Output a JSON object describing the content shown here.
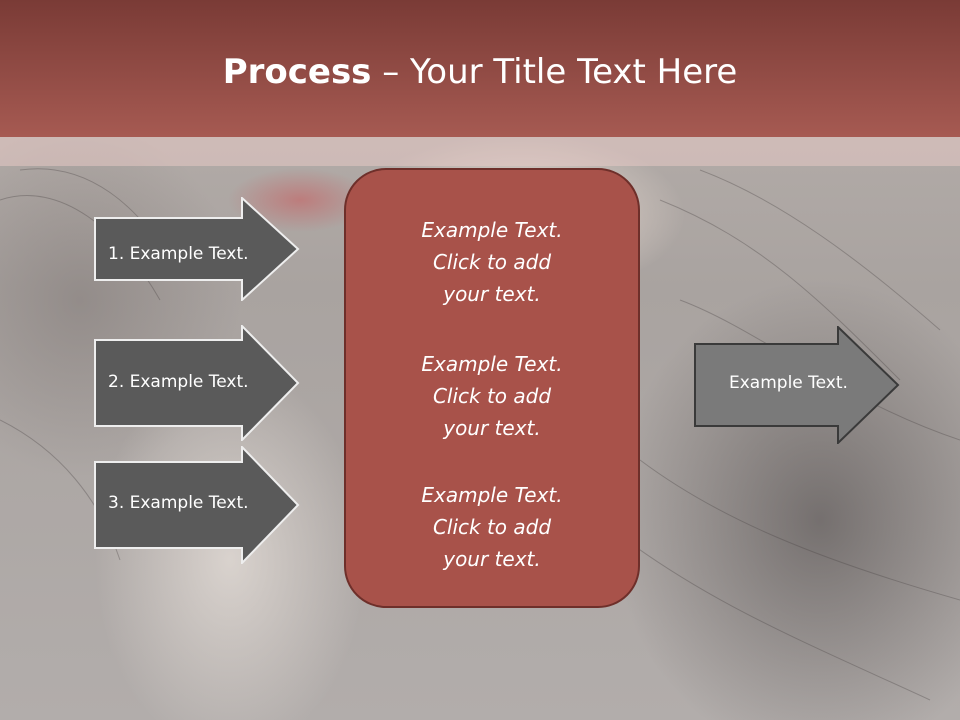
{
  "slide": {
    "title_bold": "Process",
    "title_rest": " – Your Title Text Here"
  },
  "left_arrows": [
    {
      "label": "1. Example Text."
    },
    {
      "label": "2. Example Text."
    },
    {
      "label": "3. Example Text."
    }
  ],
  "center_box": {
    "items": [
      {
        "text": "Example Text.\nClick  to add\nyour text."
      },
      {
        "text": "Example Text.\nClick  to add\nyour text."
      },
      {
        "text": "Example Text.\nClick  to add\nyour text."
      }
    ]
  },
  "right_arrow": {
    "label": "Example Text."
  },
  "colors": {
    "title_band": "#a65a52",
    "center_box": "#a8524a",
    "left_arrow": "#5a5a5a",
    "right_arrow": "#7a7a7a"
  }
}
